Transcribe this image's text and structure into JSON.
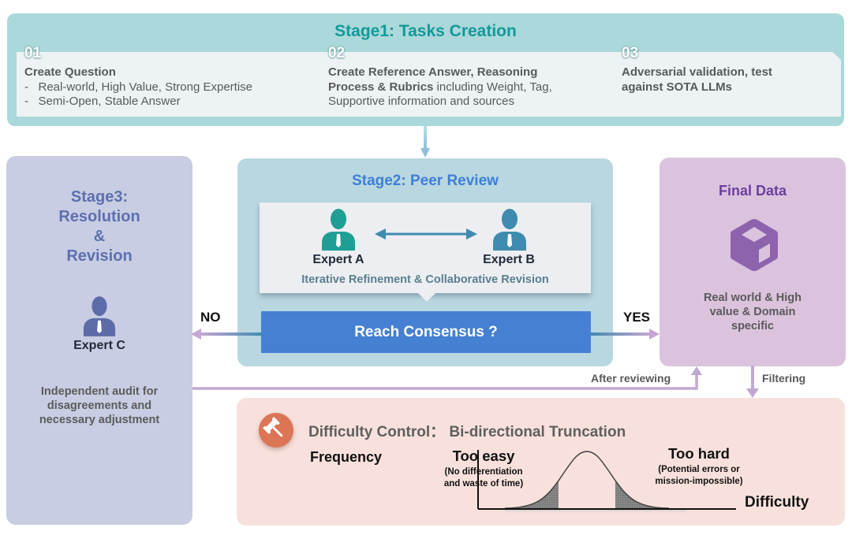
{
  "stage1": {
    "title": "Stage1: Tasks Creation",
    "steps": [
      {
        "number": "01",
        "title_bold": "Create Question",
        "bullets": [
          "Real-world, High Value, Strong Expertise",
          "Semi-Open, Stable Answer"
        ]
      },
      {
        "number": "02",
        "line1_bold": "Create Reference Answer, Reasoning",
        "line2_bold": "Process & Rubrics",
        "line2_rest": " including Weight, Tag,",
        "line3": "Supportive information and sources"
      },
      {
        "number": "03",
        "line1_bold": "Adversarial validation, test",
        "line2_bold": "against SOTA LLMs"
      }
    ]
  },
  "stage2": {
    "title": "Stage2: Peer Review",
    "expert_a": "Expert A",
    "expert_b": "Expert B",
    "description": "Iterative Refinement & Collaborative Revision",
    "consensus_button": "Reach Consensus ?"
  },
  "decision": {
    "no": "NO",
    "yes": "YES"
  },
  "stage3": {
    "title_lines": [
      "Stage3:",
      "Resolution",
      "&",
      "Revision"
    ],
    "expert_c": "Expert C",
    "description_lines": [
      "Independent audit for",
      "disagreements and",
      "necessary adjustment"
    ]
  },
  "final_data": {
    "title": "Final Data",
    "description_lines": [
      "Real world  & High",
      "value & Domain",
      "specific"
    ]
  },
  "flows": {
    "after_reviewing": "After reviewing",
    "filtering": "Filtering"
  },
  "difficulty_control": {
    "title": "Difficulty Control： Bi-directional Truncation",
    "y_axis_label": "Frequency",
    "x_axis_label": "Difficulty",
    "too_easy": {
      "title": "Too easy",
      "desc_lines": [
        "(No differentiation",
        "and waste of time)"
      ]
    },
    "too_hard": {
      "title": "Too hard",
      "desc_lines": [
        "(Potential errors or",
        "mission-impossible)"
      ]
    }
  },
  "colors": {
    "stage1_bg": "#abd8da",
    "stage1_title": "#13999a",
    "stage2_bg": "#b9d7e0",
    "stage2_title": "#3e7fd6",
    "consensus": "#4580d2",
    "stage3_bg": "#c8cde3",
    "stage3_title": "#5d6faf",
    "final_bg": "#dbc3de",
    "final_title": "#6b3f9a",
    "difficulty_bg": "#f8e1dc",
    "gavel": "#dc7556",
    "expert_a": "#1f9e94",
    "expert_b": "#3f8bb0",
    "expert_c": "#5d6ba8",
    "cube": "#8d63ae"
  }
}
